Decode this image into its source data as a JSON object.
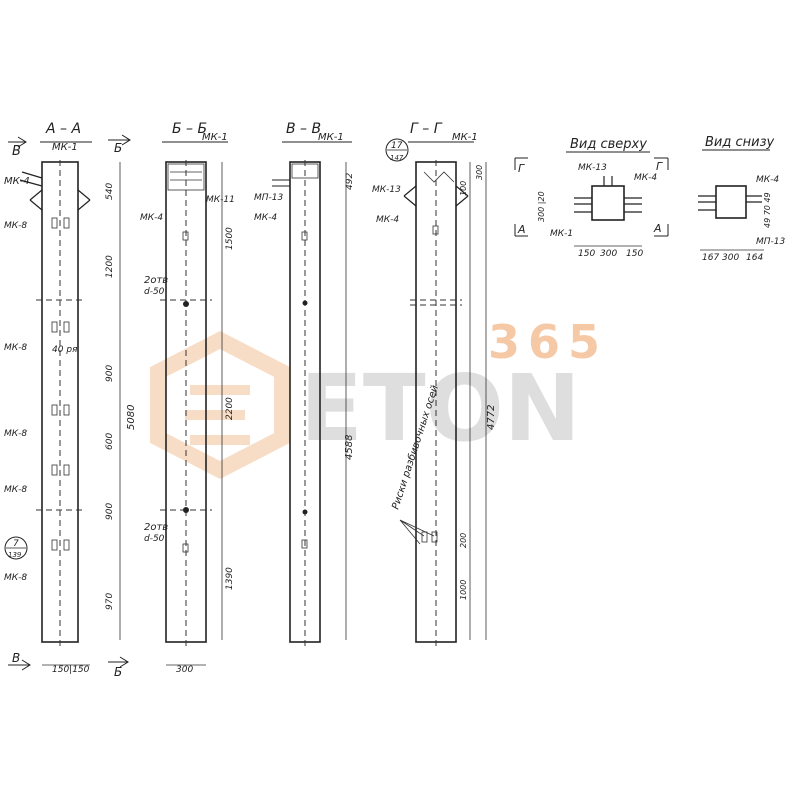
{
  "sections": {
    "a": {
      "title": "А – А",
      "cut_mark": "В",
      "bottom_mark": "В",
      "bottom_dims": "150|150"
    },
    "b": {
      "title": "Б – Б",
      "cut_mark": "Б",
      "bottom_mark": "Б",
      "bottom_dims": "300"
    },
    "v": {
      "title": "В – В"
    },
    "g": {
      "title": "Г – Г"
    }
  },
  "views": {
    "top": {
      "title": "Вид сверху",
      "corner_left": "Г",
      "corner_right": "Г",
      "corner_bl": "А",
      "corner_br": "А",
      "dims": [
        "150",
        "300",
        "150"
      ],
      "side_dims": "300 |20"
    },
    "bottom": {
      "title": "Вид снизу",
      "dims": [
        "167",
        "300",
        "164"
      ],
      "side_dims": "49 70 49"
    }
  },
  "labels": {
    "mk1": "МК-1",
    "mk4": "МК-4",
    "mk8": "МК-8",
    "mk11": "МК-11",
    "mk13": "МК-13",
    "mp13": "МП-13",
    "otv": "2отв",
    "d50": "d-50",
    "riski": "Риски разбивочных осей",
    "callout_7": "7",
    "callout_7_sub": "139",
    "callout_17": "17",
    "callout_17_sub": "147",
    "note_40": "40 ря"
  },
  "dims_a": [
    "540",
    "1200",
    "900",
    "600",
    "900",
    "970"
  ],
  "dims_a_total": "5080",
  "dims_b": [
    "1500",
    "2200",
    "1390"
  ],
  "dims_v": [
    "492",
    "4588"
  ],
  "dims_g": [
    "300",
    "100",
    "4772",
    "200",
    "1000"
  ],
  "watermark": {
    "number": "365",
    "word": "ETON",
    "number_color": "#f6c9a6",
    "word_color": "#d9d9d9",
    "logo_color": "#f6d2b4"
  }
}
